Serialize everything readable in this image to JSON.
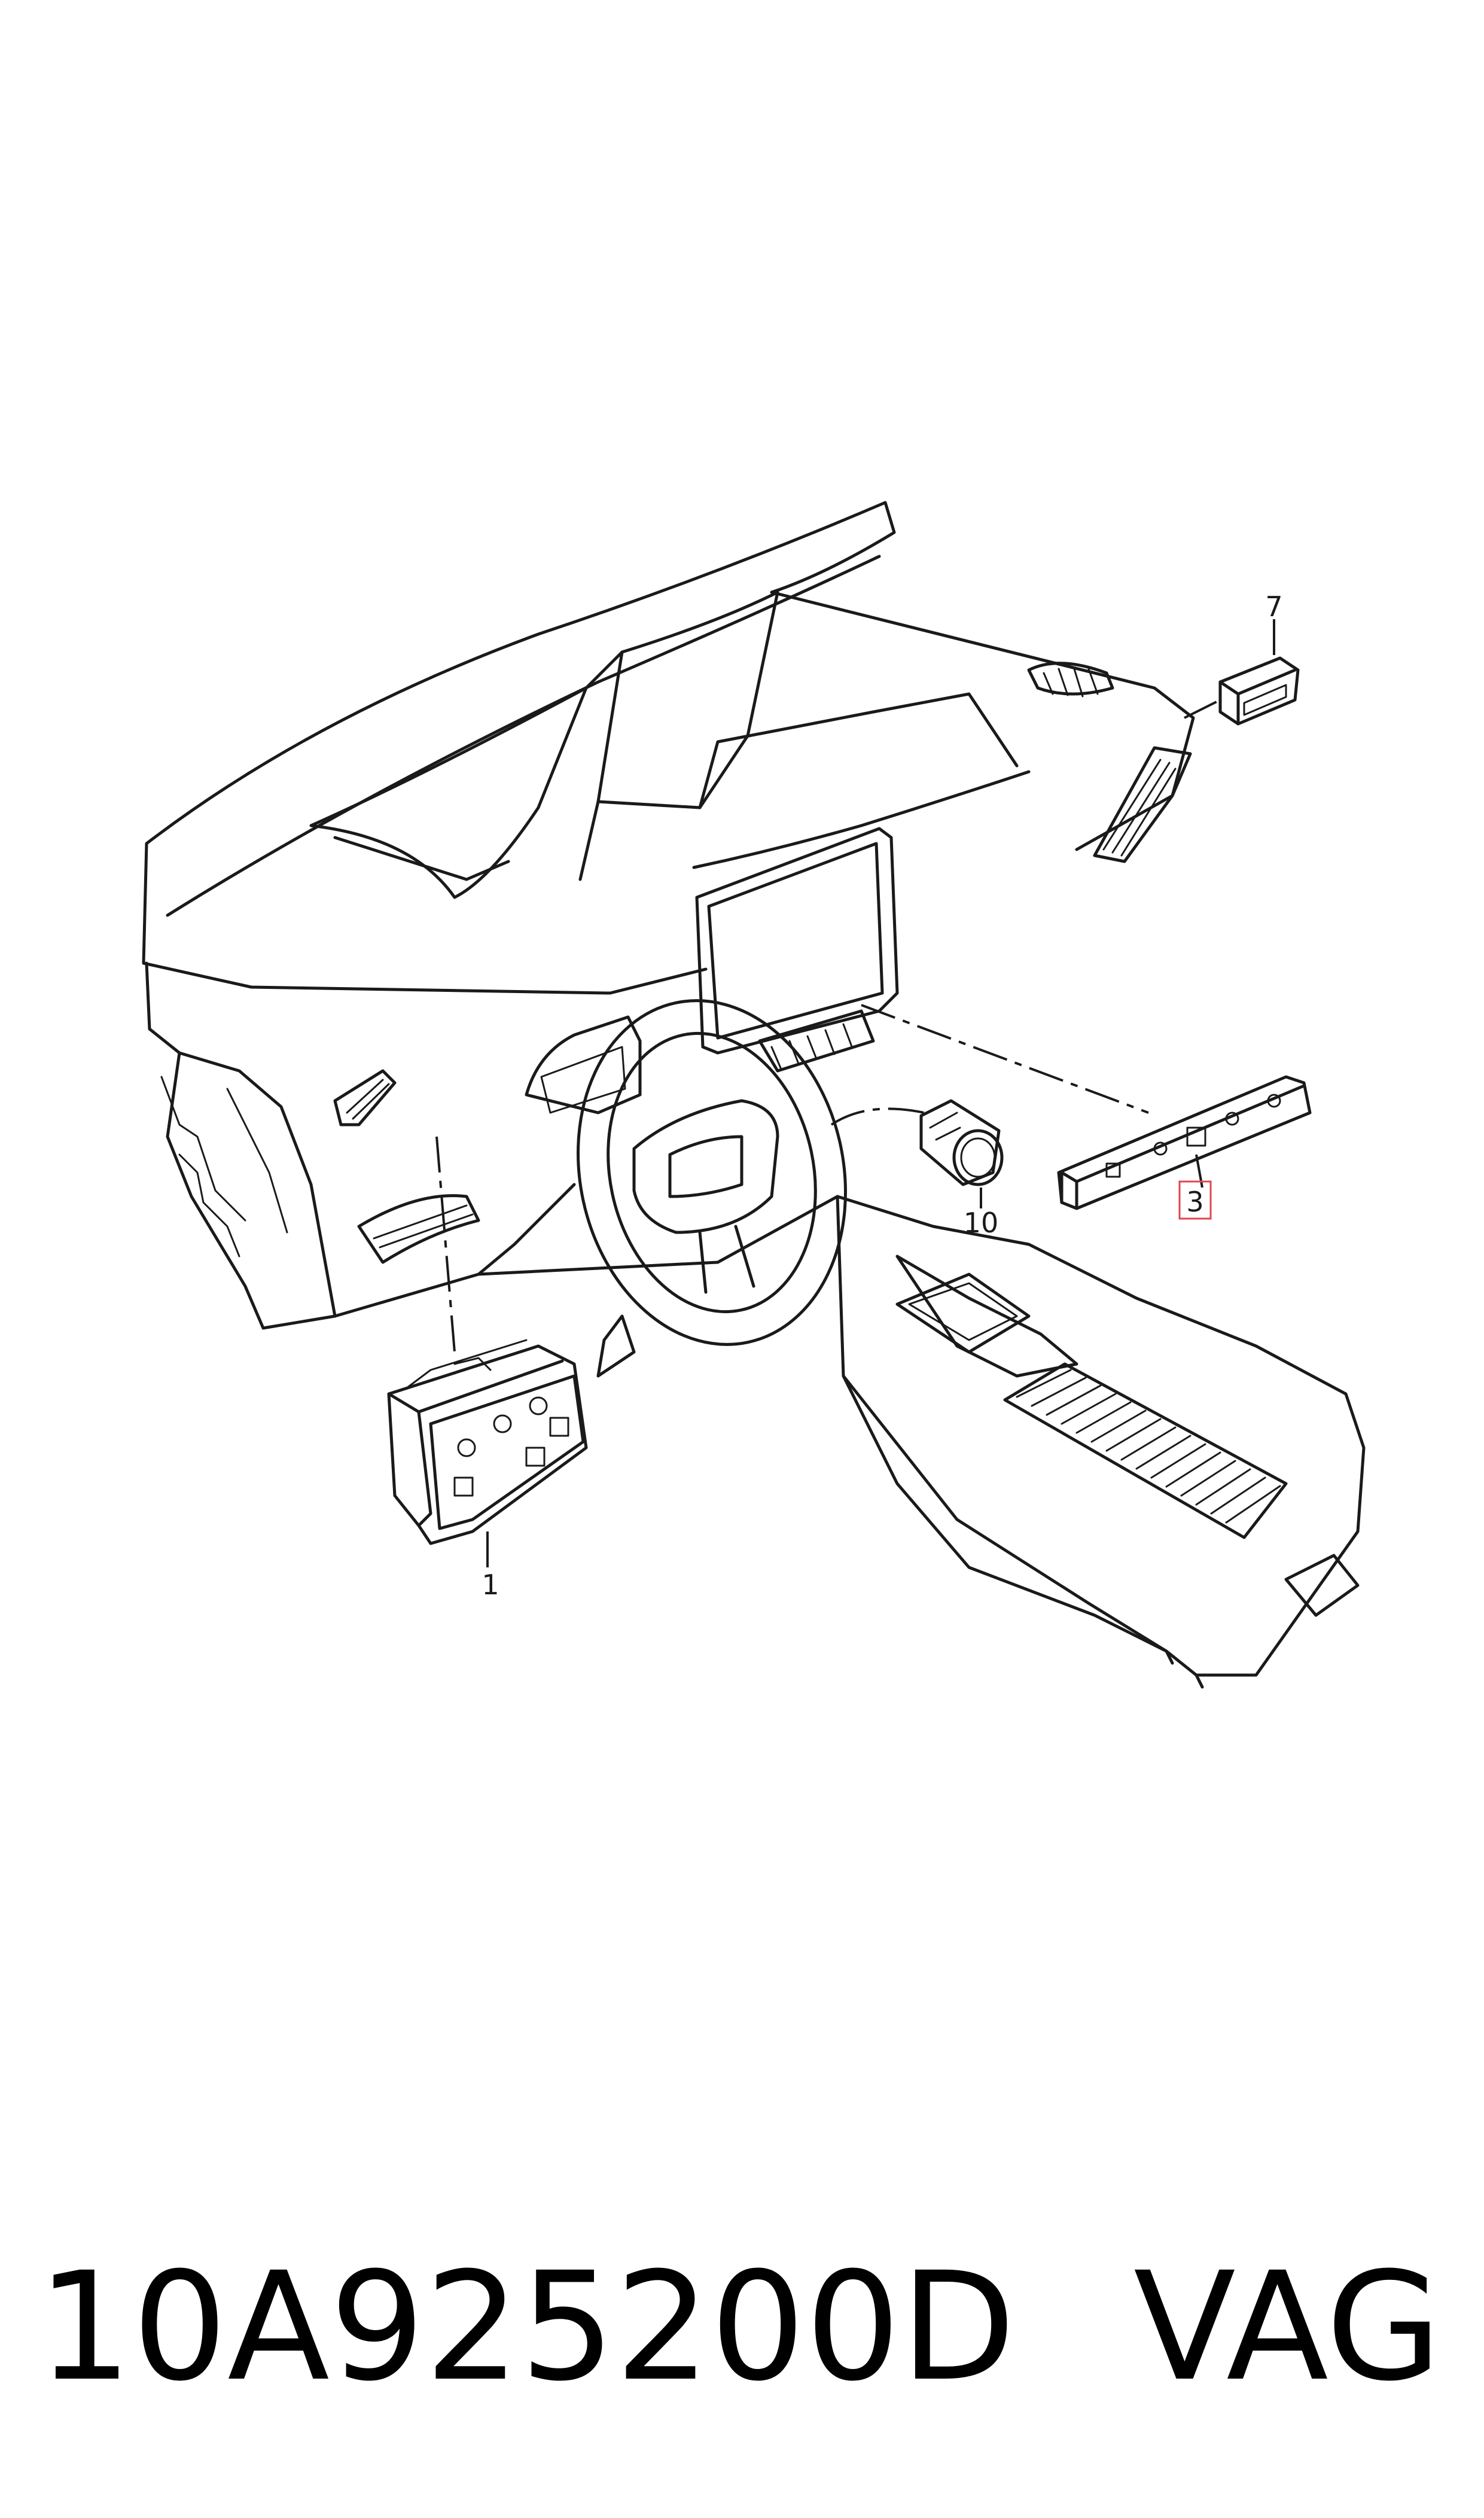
{
  "callouts": {
    "c1": "1",
    "c3": "3",
    "c7": "7",
    "c10": "10"
  },
  "footer": {
    "part_number": "10A925200D",
    "brand": "VAG"
  },
  "colors": {
    "line": "#1a1a1a",
    "highlight": "#e0454d"
  }
}
